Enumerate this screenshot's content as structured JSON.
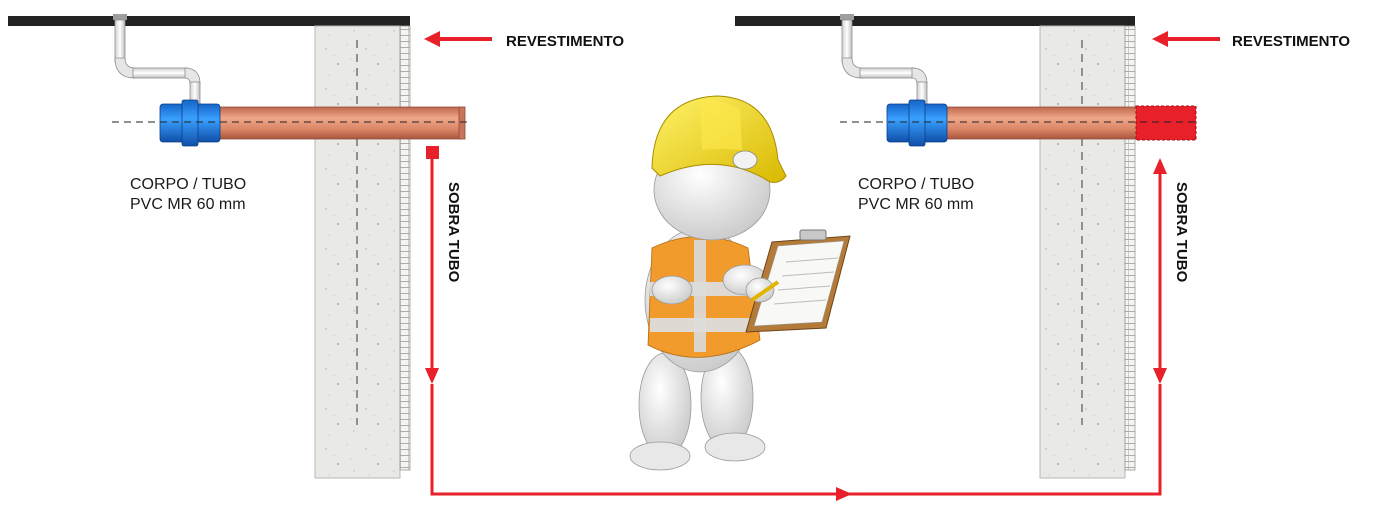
{
  "labels": {
    "revestimento": "REVESTIMENTO",
    "sobra_tubo": "SOBRA TUBO",
    "corpo_line1": "CORPO / TUBO",
    "corpo_line2": "PVC MR 60 mm"
  },
  "colors": {
    "arrow": "#e8202a",
    "pipe": "#e08a6c",
    "pipe_dark": "#b9634a",
    "fitting": "#1e7fe0",
    "wall": "#e9e9e6",
    "helmet": "#f5d80e",
    "vest": "#f19b2c",
    "ceiling": "#222222"
  },
  "icons": {
    "worker": "construction-worker-figure",
    "valve": "pvc-fitting-icon"
  }
}
